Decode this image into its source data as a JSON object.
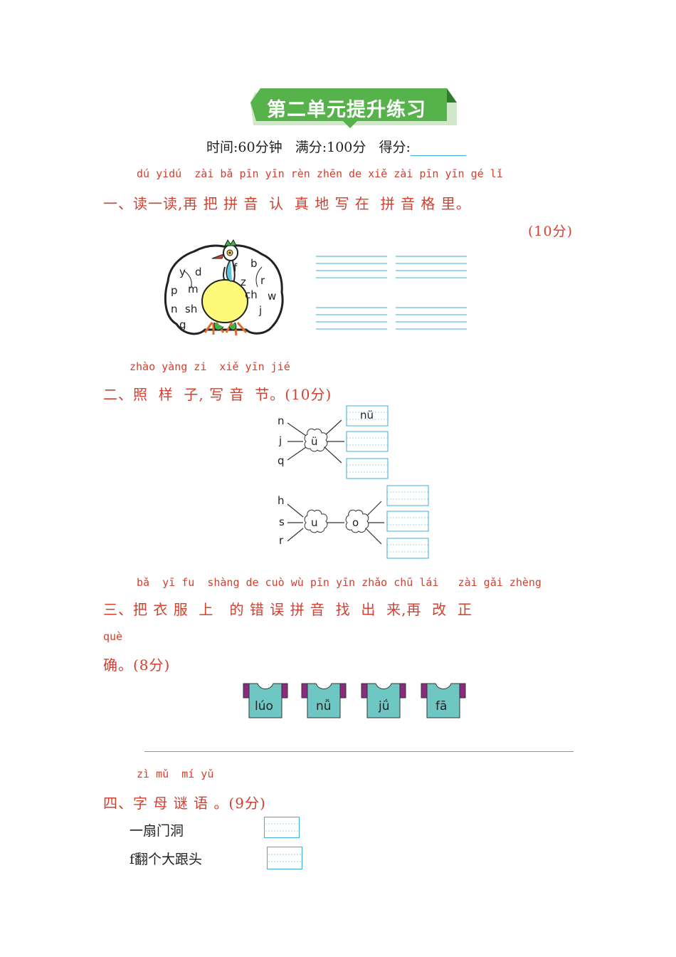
{
  "header": {
    "title": "第二单元提升练习"
  },
  "meta": {
    "time": "时间:60分钟",
    "full": "满分:100分",
    "score": "得分:"
  },
  "q1": {
    "pinyin": "dú yidú  zài bǎ pīn yīn rèn zhēn de xiě zài pīn yīn gé lǐ",
    "text": "一、读一读,再 把 拼 音  认  真 地 写 在  拼 音 格 里。",
    "points": "(10分)",
    "peacock_letters": [
      "y",
      "d",
      "b",
      "f",
      "z",
      "r",
      "p",
      "m",
      "ch",
      "w",
      "n",
      "sh",
      "j",
      "g"
    ]
  },
  "q2": {
    "pinyin": "zhào yàng zi  xiě yīn jié",
    "text": "二、照  样  子, 写 音  节。(10分)",
    "group1": {
      "initials": [
        "n",
        "j",
        "q"
      ],
      "center": "ü",
      "example": "nü"
    },
    "group2": {
      "initials": [
        "h",
        "s",
        "r"
      ],
      "center1": "u",
      "center2": "o"
    }
  },
  "q3": {
    "pinyin": "bǎ  yī fu  shàng de cuò wù pīn yīn zhǎo chū lái   zài gǎi zhèng",
    "text": "三、把 衣 服  上   的 错 误 拼 音  找  出  来,再  改  正",
    "pinyin2": "què",
    "text2": "确。(8分)",
    "shirts": [
      "lúo",
      "nǚ",
      "jǘ",
      "fā"
    ]
  },
  "q4": {
    "pinyin": "zì mǔ  mí yǔ",
    "text": "四、字 母 谜 语 。(9分)",
    "riddles": [
      "一扇门洞",
      "f翻个大跟头"
    ]
  }
}
